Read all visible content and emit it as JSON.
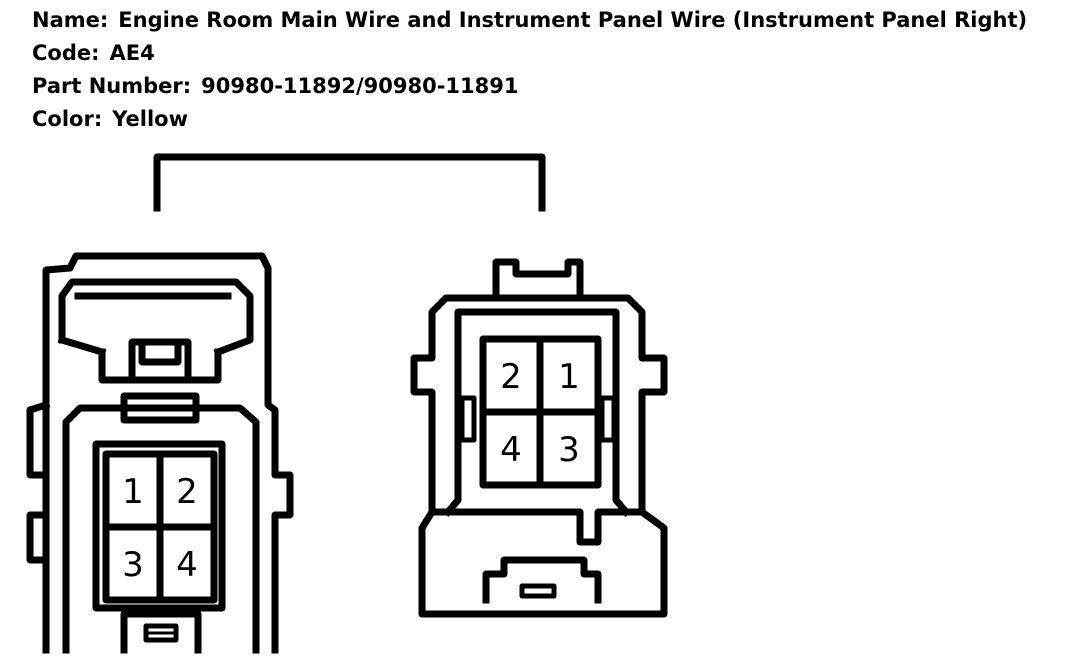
{
  "info": {
    "name_label": "Name:",
    "name_value": "Engine Room Main Wire and Instrument Panel Wire (Instrument Panel Right)",
    "code_label": "Code:",
    "code_value": "AE4",
    "part_label": "Part Number:",
    "part_value": "90980-11892/90980-11891",
    "color_label": "Color:",
    "color_value": "Yellow"
  },
  "left_connector": {
    "pins": [
      "1",
      "2",
      "3",
      "4"
    ]
  },
  "right_connector": {
    "pins": [
      "2",
      "1",
      "4",
      "3"
    ]
  },
  "colors": {
    "line": "#000000",
    "background": "#ffffff"
  }
}
